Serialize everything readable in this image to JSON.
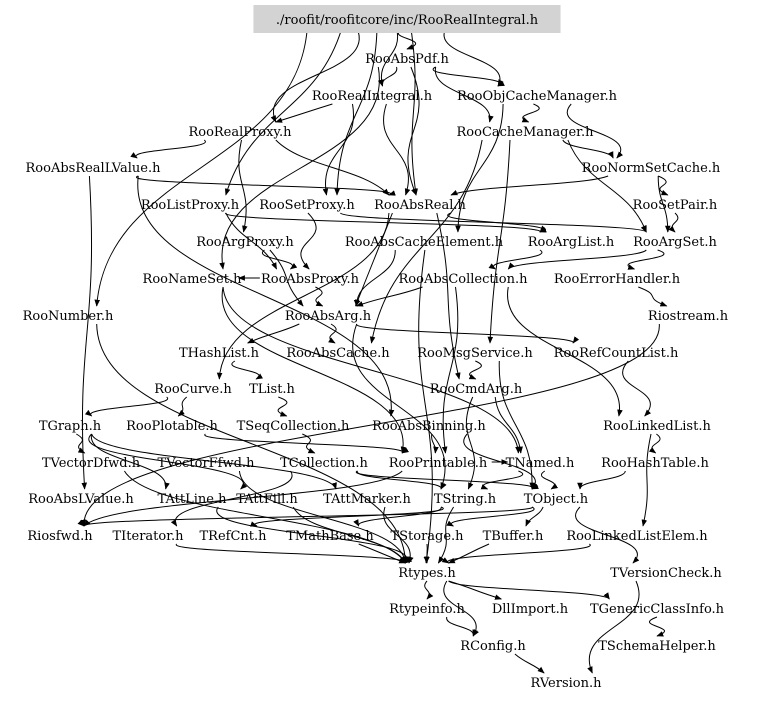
{
  "graph": {
    "root": "./roofit/roofitcore/inc/RooRealIntegral.h",
    "nodes": [
      {
        "id": "root",
        "label": "./roofit/roofitcore/inc/RooRealIntegral.h"
      },
      {
        "id": "RooAbsPdf",
        "label": "RooAbsPdf.h"
      },
      {
        "id": "RooRealIntegral",
        "label": "RooRealIntegral.h"
      },
      {
        "id": "RooObjCacheManager",
        "label": "RooObjCacheManager.h"
      },
      {
        "id": "RooRealProxy",
        "label": "RooRealProxy.h"
      },
      {
        "id": "RooCacheManager",
        "label": "RooCacheManager.h"
      },
      {
        "id": "RooAbsRealLValue",
        "label": "RooAbsRealLValue.h"
      },
      {
        "id": "RooNormSetCache",
        "label": "RooNormSetCache.h"
      },
      {
        "id": "RooListProxy",
        "label": "RooListProxy.h"
      },
      {
        "id": "RooSetProxy",
        "label": "RooSetProxy.h"
      },
      {
        "id": "RooAbsReal",
        "label": "RooAbsReal.h"
      },
      {
        "id": "RooSetPair",
        "label": "RooSetPair.h"
      },
      {
        "id": "RooArgProxy",
        "label": "RooArgProxy.h"
      },
      {
        "id": "RooAbsCacheElement",
        "label": "RooAbsCacheElement.h"
      },
      {
        "id": "RooArgList",
        "label": "RooArgList.h"
      },
      {
        "id": "RooArgSet",
        "label": "RooArgSet.h"
      },
      {
        "id": "RooNameSet",
        "label": "RooNameSet.h"
      },
      {
        "id": "RooAbsProxy",
        "label": "RooAbsProxy.h"
      },
      {
        "id": "RooAbsCollection",
        "label": "RooAbsCollection.h"
      },
      {
        "id": "RooErrorHandler",
        "label": "RooErrorHandler.h"
      },
      {
        "id": "RooNumber",
        "label": "RooNumber.h"
      },
      {
        "id": "RooAbsArg",
        "label": "RooAbsArg.h"
      },
      {
        "id": "Riostream",
        "label": "Riostream.h"
      },
      {
        "id": "THashList",
        "label": "THashList.h"
      },
      {
        "id": "RooAbsCache",
        "label": "RooAbsCache.h"
      },
      {
        "id": "RooMsgService",
        "label": "RooMsgService.h"
      },
      {
        "id": "RooRefCountList",
        "label": "RooRefCountList.h"
      },
      {
        "id": "RooCurve",
        "label": "RooCurve.h"
      },
      {
        "id": "TList",
        "label": "TList.h"
      },
      {
        "id": "RooCmdArg",
        "label": "RooCmdArg.h"
      },
      {
        "id": "TGraph",
        "label": "TGraph.h"
      },
      {
        "id": "RooPlotable",
        "label": "RooPlotable.h"
      },
      {
        "id": "TSeqCollection",
        "label": "TSeqCollection.h"
      },
      {
        "id": "RooAbsBinning",
        "label": "RooAbsBinning.h"
      },
      {
        "id": "RooLinkedList",
        "label": "RooLinkedList.h"
      },
      {
        "id": "TVectorDfwd",
        "label": "TVectorDfwd.h"
      },
      {
        "id": "TVectorFfwd",
        "label": "TVectorFfwd.h"
      },
      {
        "id": "TCollection",
        "label": "TCollection.h"
      },
      {
        "id": "RooPrintable",
        "label": "RooPrintable.h"
      },
      {
        "id": "TNamed",
        "label": "TNamed.h"
      },
      {
        "id": "RooHashTable",
        "label": "RooHashTable.h"
      },
      {
        "id": "RooAbsLValue",
        "label": "RooAbsLValue.h"
      },
      {
        "id": "TAttLine",
        "label": "TAttLine.h"
      },
      {
        "id": "TAttFill",
        "label": "TAttFill.h"
      },
      {
        "id": "TAttMarker",
        "label": "TAttMarker.h"
      },
      {
        "id": "TString",
        "label": "TString.h"
      },
      {
        "id": "TObject",
        "label": "TObject.h"
      },
      {
        "id": "Riosfwd",
        "label": "Riosfwd.h"
      },
      {
        "id": "TIterator",
        "label": "TIterator.h"
      },
      {
        "id": "TRefCnt",
        "label": "TRefCnt.h"
      },
      {
        "id": "TMathBase",
        "label": "TMathBase.h"
      },
      {
        "id": "TStorage",
        "label": "TStorage.h"
      },
      {
        "id": "TBuffer",
        "label": "TBuffer.h"
      },
      {
        "id": "RooLinkedListElem",
        "label": "RooLinkedListElem.h"
      },
      {
        "id": "Rtypes",
        "label": "Rtypes.h"
      },
      {
        "id": "TVersionCheck",
        "label": "TVersionCheck.h"
      },
      {
        "id": "Rtypeinfo",
        "label": "Rtypeinfo.h"
      },
      {
        "id": "DllImport",
        "label": "DllImport.h"
      },
      {
        "id": "TGenericClassInfo",
        "label": "TGenericClassInfo.h"
      },
      {
        "id": "RConfig",
        "label": "RConfig.h"
      },
      {
        "id": "TSchemaHelper",
        "label": "TSchemaHelper.h"
      },
      {
        "id": "RVersion",
        "label": "RVersion.h"
      }
    ],
    "edges": [
      [
        "root",
        "RooAbsPdf"
      ],
      [
        "root",
        "RooRealIntegral"
      ],
      [
        "root",
        "RooObjCacheManager"
      ],
      [
        "root",
        "RooRealProxy"
      ],
      [
        "root",
        "RooSetProxy"
      ],
      [
        "root",
        "RooListProxy"
      ],
      [
        "root",
        "RooAbsReal"
      ],
      [
        "root",
        "RooNumber"
      ],
      [
        "RooAbsPdf",
        "RooAbsReal"
      ],
      [
        "RooAbsPdf",
        "RooRealIntegral"
      ],
      [
        "RooAbsPdf",
        "RooObjCacheManager"
      ],
      [
        "RooAbsPdf",
        "RooNameSet"
      ],
      [
        "RooAbsPdf",
        "RooCacheManager"
      ],
      [
        "RooRealIntegral",
        "RooRealProxy"
      ],
      [
        "RooRealIntegral",
        "RooSetProxy"
      ],
      [
        "RooRealIntegral",
        "RooAbsReal"
      ],
      [
        "RooObjCacheManager",
        "RooCacheManager"
      ],
      [
        "RooObjCacheManager",
        "RooAbsCacheElement"
      ],
      [
        "RooObjCacheManager",
        "RooNormSetCache"
      ],
      [
        "RooRealProxy",
        "RooAbsRealLValue"
      ],
      [
        "RooRealProxy",
        "RooArgProxy"
      ],
      [
        "RooRealProxy",
        "RooAbsReal"
      ],
      [
        "RooCacheManager",
        "RooNormSetCache"
      ],
      [
        "RooCacheManager",
        "RooAbsCache"
      ],
      [
        "RooCacheManager",
        "RooArgSet"
      ],
      [
        "RooCacheManager",
        "RooMsgService"
      ],
      [
        "RooAbsRealLValue",
        "RooAbsReal"
      ],
      [
        "RooAbsRealLValue",
        "RooAbsLValue"
      ],
      [
        "RooAbsRealLValue",
        "RooAbsBinning"
      ],
      [
        "RooNormSetCache",
        "RooSetPair"
      ],
      [
        "RooNormSetCache",
        "RooArgSet"
      ],
      [
        "RooNormSetCache",
        "RooAbsReal"
      ],
      [
        "RooListProxy",
        "RooAbsProxy"
      ],
      [
        "RooListProxy",
        "RooArgList"
      ],
      [
        "RooSetProxy",
        "RooAbsProxy"
      ],
      [
        "RooSetProxy",
        "RooArgSet"
      ],
      [
        "RooAbsReal",
        "RooAbsArg"
      ],
      [
        "RooAbsReal",
        "RooCmdArg"
      ],
      [
        "RooAbsReal",
        "RooCurve"
      ],
      [
        "RooAbsReal",
        "RooArgList"
      ],
      [
        "RooSetPair",
        "RooArgSet"
      ],
      [
        "RooArgProxy",
        "RooAbsProxy"
      ],
      [
        "RooArgProxy",
        "RooAbsArg"
      ],
      [
        "RooAbsCacheElement",
        "RooAbsArg"
      ],
      [
        "RooAbsCacheElement",
        "Rtypes"
      ],
      [
        "RooArgList",
        "RooAbsCollection"
      ],
      [
        "RooArgSet",
        "RooAbsCollection"
      ],
      [
        "RooArgSet",
        "RooErrorHandler"
      ],
      [
        "RooNameSet",
        "TNamed"
      ],
      [
        "RooNameSet",
        "RooPrintable"
      ],
      [
        "RooAbsProxy",
        "RooAbsArg"
      ],
      [
        "RooAbsProxy",
        "RooNameSet"
      ],
      [
        "RooAbsCollection",
        "RooAbsArg"
      ],
      [
        "RooAbsCollection",
        "RooPrintable"
      ],
      [
        "RooAbsCollection",
        "RooLinkedList"
      ],
      [
        "RooErrorHandler",
        "Riostream"
      ],
      [
        "RooNumber",
        "Rtypes"
      ],
      [
        "RooAbsArg",
        "THashList"
      ],
      [
        "RooAbsArg",
        "RooAbsCache"
      ],
      [
        "RooAbsArg",
        "RooRefCountList"
      ],
      [
        "RooAbsArg",
        "TString"
      ],
      [
        "Riostream",
        "Riosfwd"
      ],
      [
        "THashList",
        "TList"
      ],
      [
        "RooMsgService",
        "RooCmdArg"
      ],
      [
        "RooMsgService",
        "TObject"
      ],
      [
        "RooRefCountList",
        "RooLinkedList"
      ],
      [
        "RooCurve",
        "TGraph"
      ],
      [
        "RooCurve",
        "RooPlotable"
      ],
      [
        "TList",
        "TSeqCollection"
      ],
      [
        "RooCmdArg",
        "TNamed"
      ],
      [
        "RooCmdArg",
        "TString"
      ],
      [
        "TGraph",
        "TVectorDfwd"
      ],
      [
        "TGraph",
        "TAttLine"
      ],
      [
        "TGraph",
        "TAttFill"
      ],
      [
        "TGraph",
        "TAttMarker"
      ],
      [
        "RooPlotable",
        "RooPrintable"
      ],
      [
        "TSeqCollection",
        "TCollection"
      ],
      [
        "RooAbsBinning",
        "RooPrintable"
      ],
      [
        "RooAbsBinning",
        "TObject"
      ],
      [
        "RooLinkedList",
        "RooHashTable"
      ],
      [
        "RooLinkedList",
        "RooLinkedListElem"
      ],
      [
        "TVectorDfwd",
        "Rtypes"
      ],
      [
        "TVectorFfwd",
        "Rtypes"
      ],
      [
        "TCollection",
        "TObject"
      ],
      [
        "TCollection",
        "TIterator"
      ],
      [
        "TCollection",
        "TString"
      ],
      [
        "RooPrintable",
        "Riosfwd"
      ],
      [
        "RooPrintable",
        "TNamed"
      ],
      [
        "TNamed",
        "TObject"
      ],
      [
        "TNamed",
        "TString"
      ],
      [
        "RooHashTable",
        "TObject"
      ],
      [
        "TAttLine",
        "Rtypes"
      ],
      [
        "TAttFill",
        "Rtypes"
      ],
      [
        "TAttMarker",
        "Rtypes"
      ],
      [
        "TString",
        "TRefCnt"
      ],
      [
        "TString",
        "TMathBase"
      ],
      [
        "TString",
        "Rtypes"
      ],
      [
        "TObject",
        "TStorage"
      ],
      [
        "TObject",
        "TBuffer"
      ],
      [
        "TObject",
        "TVersionCheck"
      ],
      [
        "TObject",
        "Riosfwd"
      ],
      [
        "TIterator",
        "Rtypes"
      ],
      [
        "TMathBase",
        "Rtypes"
      ],
      [
        "TStorage",
        "Rtypes"
      ],
      [
        "TBuffer",
        "Rtypes"
      ],
      [
        "RooLinkedListElem",
        "Rtypes"
      ],
      [
        "Rtypes",
        "Rtypeinfo"
      ],
      [
        "Rtypes",
        "DllImport"
      ],
      [
        "Rtypes",
        "TGenericClassInfo"
      ],
      [
        "Rtypes",
        "RConfig"
      ],
      [
        "TVersionCheck",
        "RVersion"
      ],
      [
        "Rtypeinfo",
        "RConfig"
      ],
      [
        "TGenericClassInfo",
        "TSchemaHelper"
      ],
      [
        "RConfig",
        "RVersion"
      ]
    ]
  }
}
